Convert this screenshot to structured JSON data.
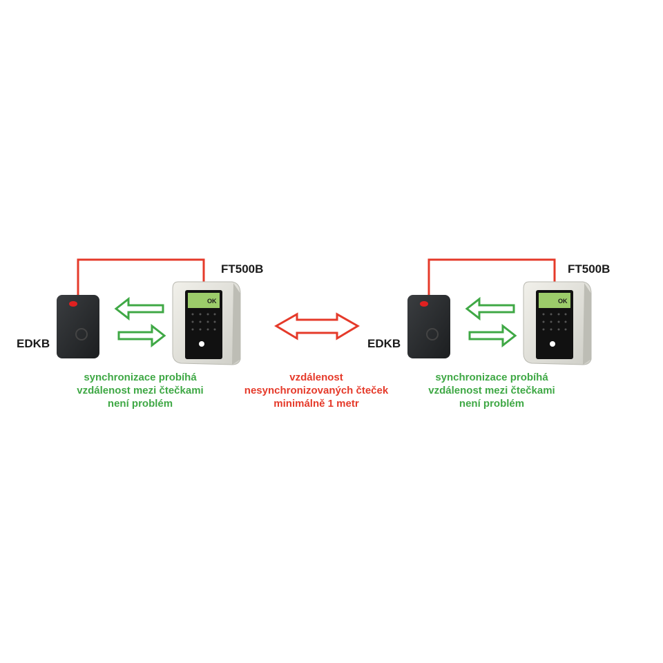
{
  "colors": {
    "link_line": "#e53a2a",
    "sync_green": "#3fa845",
    "warning_red": "#e53a2a"
  },
  "groups": [
    {
      "reader_label": "EDKB",
      "terminal_label": "FT500B",
      "terminal_screen_text": "OK",
      "caption": [
        "synchronizace probíhá",
        "vzdálenost mezi čtečkami",
        "není problém"
      ]
    },
    {
      "reader_label": "EDKB",
      "terminal_label": "FT500B",
      "terminal_screen_text": "OK",
      "caption": [
        "synchronizace probíhá",
        "vzdálenost mezi čtečkami",
        "není problém"
      ]
    }
  ],
  "middle": {
    "caption": [
      "vzdálenost",
      "nesynchronizovaných čteček",
      "minimálně 1 metr"
    ]
  }
}
